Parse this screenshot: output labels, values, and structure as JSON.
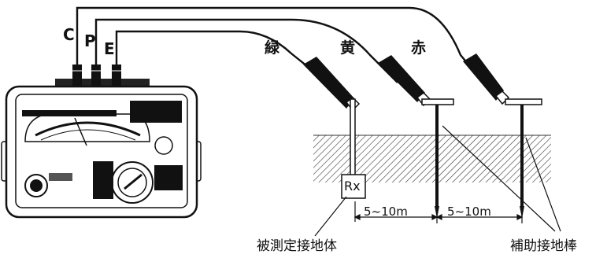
{
  "terminals": {
    "c": "C",
    "p": "P",
    "e": "E"
  },
  "probes": {
    "green": "緑",
    "yellow": "黄",
    "red": "赤"
  },
  "rx_label": "Rx",
  "distances": [
    "5~10m",
    "5~10m"
  ],
  "labels": {
    "measured_object": "被測定接地体",
    "aux_electrodes": "補助接地棒"
  }
}
